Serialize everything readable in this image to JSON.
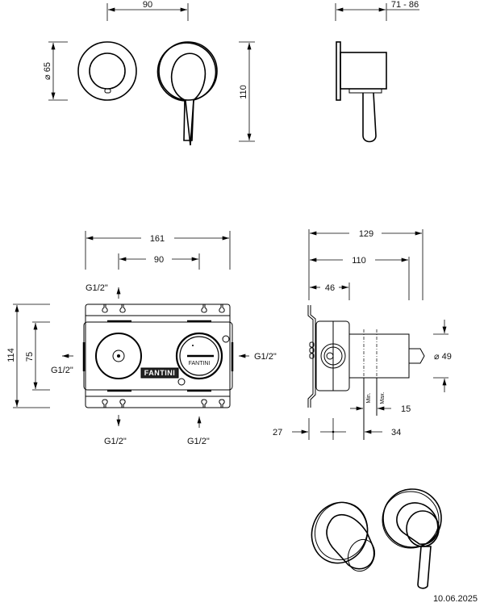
{
  "title": "Wall-mounted mixer technical drawing",
  "front_view": {
    "dim_spacing": "90",
    "dim_diameter": "⌀ 65",
    "dim_height": "110"
  },
  "side_view": {
    "dim_projection": "71 - 86"
  },
  "body_front_view": {
    "dim_total_width": "161",
    "dim_center_spacing": "90",
    "dim_total_height": "114",
    "dim_inner_height": "75",
    "outlet_top_label": "G1/2\"",
    "outlet_left_label": "G1/2\"",
    "inlet_right_label": "G1/2\"",
    "outlet_bottom_left_label": "G1/2\"",
    "inlet_bottom_right_label": "G1/2\"",
    "brand_logo": "FANTINI",
    "cartridge_logo": "FANTINI"
  },
  "body_side_view": {
    "dim_overall": "129",
    "dim_max": "110",
    "dim_body": "46",
    "dim_diameter": "⌀ 49",
    "label_min": "Min.",
    "label_max": "Max.",
    "dim_range": "15",
    "dim_wall_left": "27",
    "dim_wall_right": "34"
  },
  "footer": {
    "date": "10.06.2025"
  }
}
